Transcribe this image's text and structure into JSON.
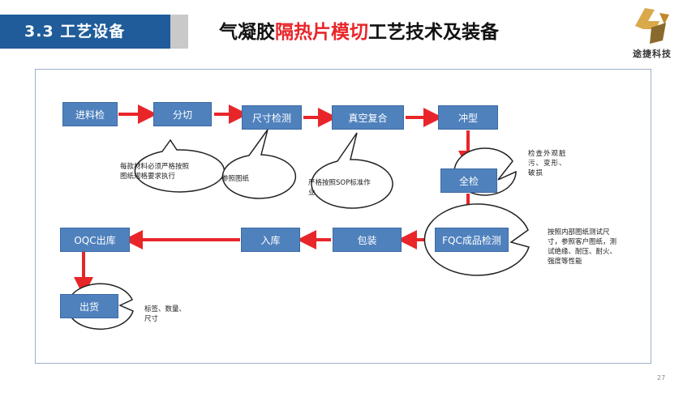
{
  "header": {
    "section_label": "3.3 工艺设备",
    "title_prefix": "气凝胶",
    "title_highlight": "隔热片模切",
    "title_suffix": "工艺技术及装备"
  },
  "logo": {
    "text": "途捷科技"
  },
  "flow": {
    "nodes": {
      "incoming": "进料检",
      "slitting": "分切",
      "dimension": "尺寸检测",
      "vacuum": "真空复合",
      "punch": "冲型",
      "full_check": "全检",
      "fqc": "FQC成品检测",
      "packaging": "包装",
      "warehouse": "入库",
      "oqc": "OQC出库",
      "shipping": "出货"
    },
    "notes": {
      "slitting": "每款材料必须严格按照图纸规格要求执行",
      "dimension": "参照图纸",
      "vacuum": "严格按照SOP标准作业",
      "full_check": "检查外观脏污、变形、破损",
      "fqc": "按照内部图纸测试尺寸，参照客户图纸，测试绝缘、耐压、耐火、强度等性能",
      "shipping": "标签、数量、尺寸"
    }
  },
  "colors": {
    "node": "#4f81bd",
    "arrow": "#e8262a",
    "header": "#1f5c99"
  },
  "page_number": "27"
}
